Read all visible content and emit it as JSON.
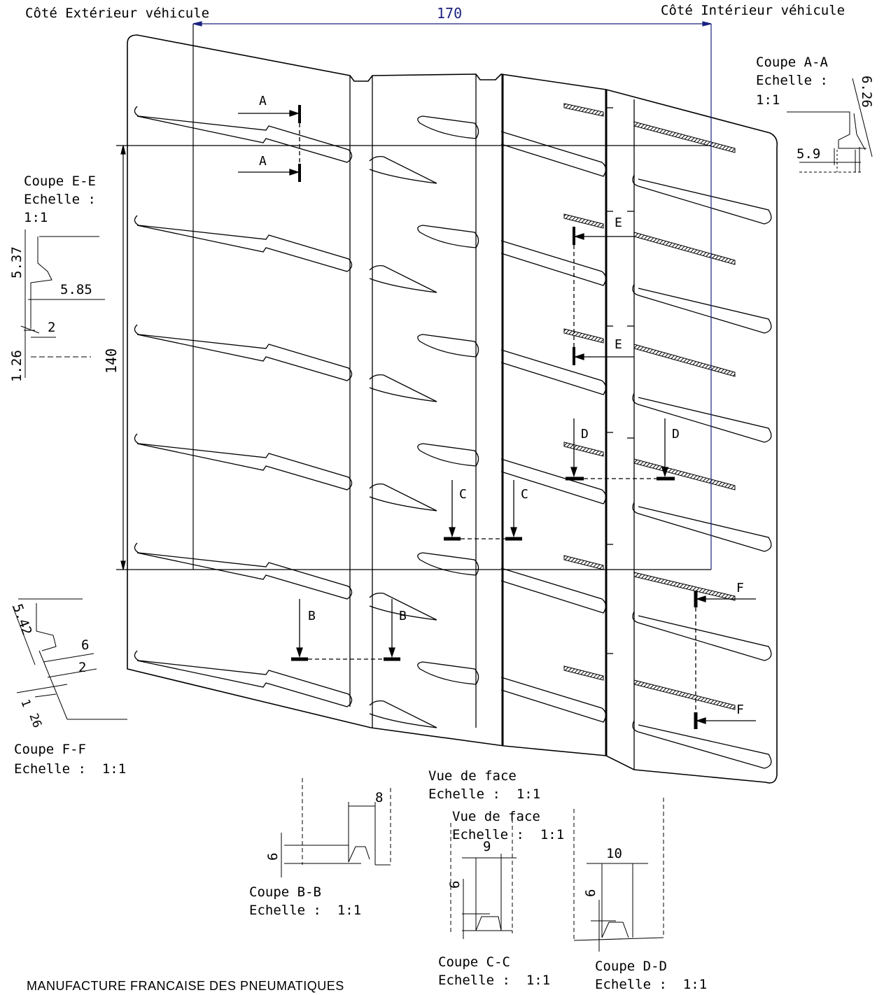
{
  "header": {
    "left_label": "Côté Extérieur véhicule",
    "right_label": "Côté Intérieur véhicule",
    "width_dim": "170",
    "height_dim": "140"
  },
  "section_markers": [
    "A",
    "A",
    "E",
    "E",
    "D",
    "D",
    "C",
    "C",
    "B",
    "B",
    "F",
    "F"
  ],
  "sections": {
    "aa": {
      "title": "Coupe A-A",
      "scale": "Echelle :",
      "ratio": "1:1",
      "dims": [
        "6.26",
        "5.9"
      ]
    },
    "ee": {
      "title": "Coupe E-E",
      "scale": "Echelle :",
      "ratio": "1:1",
      "dims": [
        "5.37",
        "5.85",
        "1.26",
        "2"
      ]
    },
    "ff": {
      "title": "Coupe F-F",
      "scale": "Echelle :",
      "ratio": "1:1",
      "dims": [
        "5.42",
        "6",
        "2",
        "1",
        "26"
      ]
    },
    "bb": {
      "title": "Coupe B-B",
      "scale": "Echelle :",
      "ratio": "1:1",
      "dims": [
        "8",
        "6"
      ]
    },
    "cc": {
      "title": "Coupe C-C",
      "scale": "Echelle :",
      "ratio": "1:1",
      "dims": [
        "9",
        "6"
      ]
    },
    "dd": {
      "title": "Coupe D-D",
      "scale": "Echelle :",
      "ratio": "1:1",
      "dims": [
        "10",
        "6"
      ]
    }
  },
  "front_views": [
    {
      "title": "Vue de face",
      "scale": "Echelle :",
      "ratio": "1:1"
    },
    {
      "title": "Vue de face",
      "scale": "Echelle :",
      "ratio": "1:1"
    }
  ],
  "footer": {
    "manufacturer": "MANUFACTURE FRANCAISE DES PNEUMATIQUES"
  }
}
